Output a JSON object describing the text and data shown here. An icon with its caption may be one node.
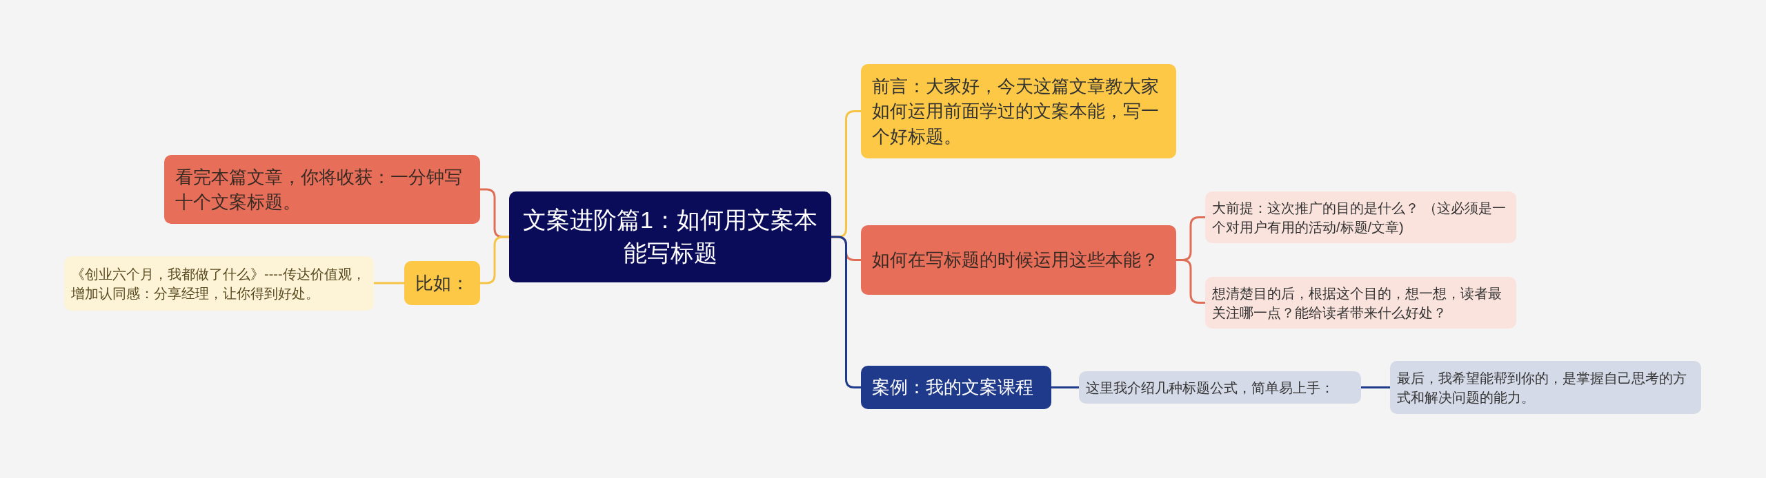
{
  "diagram": {
    "nodes": [
      {
        "text": [
          "文案进阶篇1：如何用文案本能写标题"
        ]
      },
      {
        "text": [
          "看完本篇文章，你将收获：一分钟写十个文案标题。"
        ]
      },
      {
        "text": [
          "比如："
        ]
      },
      {
        "text": [
          "《创业六个月，我都做了什么》----传达价值观，增加认同感：分享经理，让你得到好处。"
        ]
      },
      {
        "text": [
          "前言：大家好，今天这篇文章教大家如何运用前面学过的文案本能，写一个好标题。"
        ]
      },
      {
        "text": [
          "如何在写标题的时候运用这些本能？"
        ]
      },
      {
        "text": [
          "大前提：这次推广的目的是什么？ （这必须是一个对用户有用的活动/标题/文章)"
        ]
      },
      {
        "text": [
          "想清楚目的后，根据这个目的，想一想，读者最关注哪一点？能给读者带来什么好处？"
        ]
      },
      {
        "text": [
          "案例：我的文案课程"
        ]
      },
      {
        "text": [
          "这里我介绍几种标题公式，简单易上手："
        ]
      },
      {
        "text": [
          "最后，我希望能帮到你的，是掌握自己思考的方式和解决问题的能力。"
        ]
      }
    ],
    "edges": [
      {
        "from": 0,
        "to": 1,
        "arrow": "none",
        "color": "#e06e56"
      },
      {
        "from": 0,
        "to": 2,
        "arrow": "none",
        "color": "#f6c445"
      },
      {
        "from": 2,
        "to": 3,
        "arrow": "none",
        "color": "#f6c445"
      },
      {
        "from": 0,
        "to": 4,
        "arrow": "none",
        "color": "#f6c445"
      },
      {
        "from": 0,
        "to": 5,
        "arrow": "none",
        "color": "#e06e56"
      },
      {
        "from": 5,
        "to": 6,
        "arrow": "none",
        "color": "#e06e56"
      },
      {
        "from": 5,
        "to": 7,
        "arrow": "none",
        "color": "#e06e56"
      },
      {
        "from": 0,
        "to": 8,
        "arrow": "none",
        "color": "#1f3a8a"
      },
      {
        "from": 8,
        "to": 9,
        "arrow": "none",
        "color": "#1f3a8a"
      },
      {
        "from": 9,
        "to": 10,
        "arrow": "none",
        "color": "#1f3a8a"
      }
    ]
  }
}
